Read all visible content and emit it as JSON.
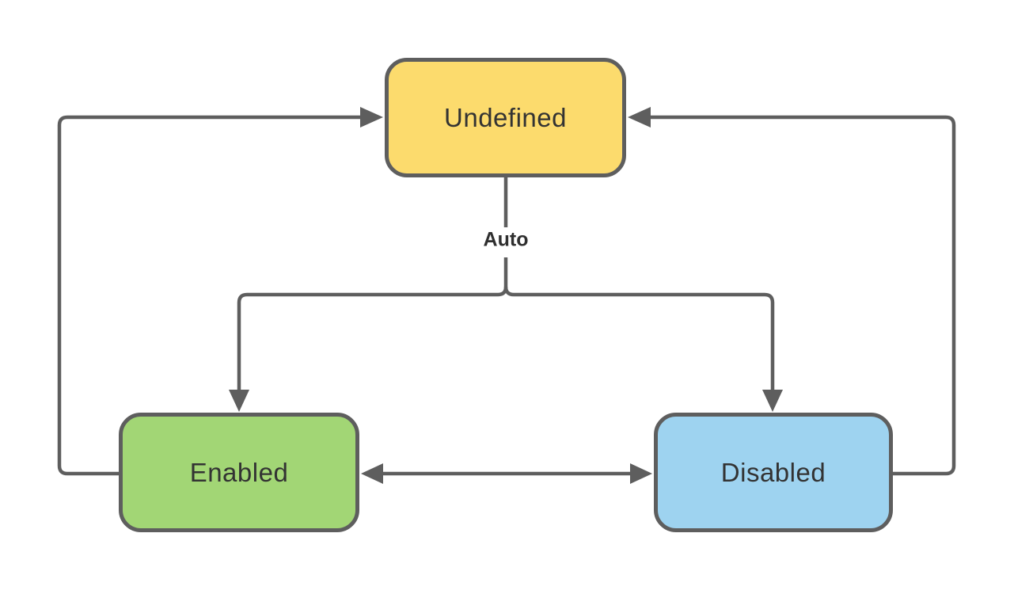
{
  "diagram": {
    "type": "state-diagram",
    "stroke_color": "#5e5e5e",
    "text_color": "#333333",
    "background_color": "#ffffff",
    "nodes": [
      {
        "id": "undefined",
        "label": "Undefined",
        "fill": "#fcdb6d"
      },
      {
        "id": "enabled",
        "label": "Enabled",
        "fill": "#a2d675"
      },
      {
        "id": "disabled",
        "label": "Disabled",
        "fill": "#9ed3f0"
      }
    ],
    "edge_label": "Auto",
    "edges": [
      {
        "from": "undefined",
        "to": "enabled",
        "label": "Auto"
      },
      {
        "from": "undefined",
        "to": "disabled",
        "label": "Auto"
      },
      {
        "from": "enabled",
        "to": "undefined",
        "label": ""
      },
      {
        "from": "disabled",
        "to": "undefined",
        "label": ""
      },
      {
        "from": "enabled",
        "to": "disabled",
        "label": "",
        "bidirectional": true
      }
    ]
  }
}
